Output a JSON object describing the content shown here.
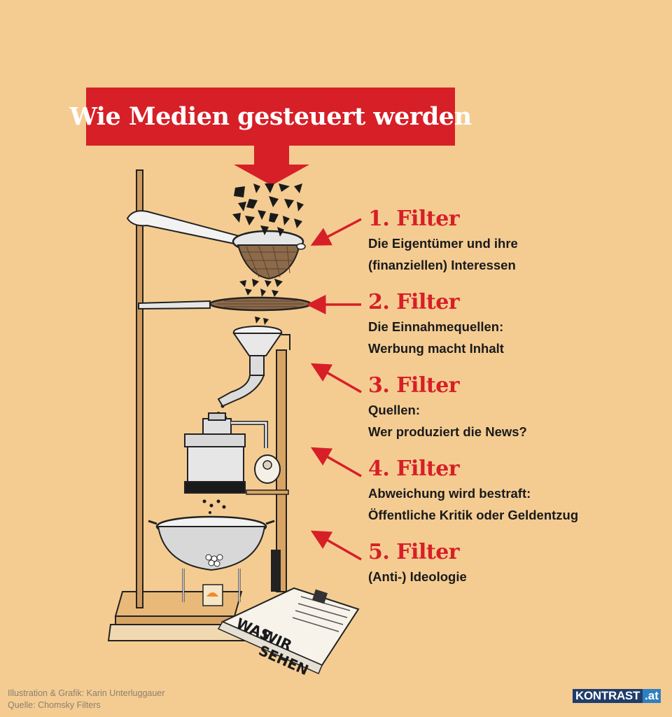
{
  "title": "Wie Medien gesteuert werden",
  "filters": [
    {
      "heading": "1. Filter",
      "lines": [
        "Die Eigentümer und ihre",
        "(finanziellen) Interessen"
      ]
    },
    {
      "heading": "2. Filter",
      "lines": [
        "Die Einnahmequellen:",
        "Werbung macht Inhalt"
      ]
    },
    {
      "heading": "3. Filter",
      "lines": [
        "Quellen:",
        "Wer produziert die News?"
      ]
    },
    {
      "heading": "4. Filter",
      "lines": [
        "Abweichung wird bestraft:",
        "Öffentliche Kritik oder Geldentzug"
      ]
    },
    {
      "heading": "5. Filter",
      "lines": [
        "(Anti-) Ideologie"
      ]
    }
  ],
  "newspaper_text": [
    "WAS",
    "WIR",
    "SEHEN"
  ],
  "credits": [
    "Illustration & Grafik: Karin Unterluggauer",
    "Quelle: Chomsky Filters"
  ],
  "logo": {
    "main": "KONTRAST",
    "tld": ".at"
  },
  "colors": {
    "background": "#f4cc92",
    "accent_red": "#d71f27",
    "logo_blue": "#1f3d6b",
    "logo_light_blue": "#2e7fc1"
  }
}
